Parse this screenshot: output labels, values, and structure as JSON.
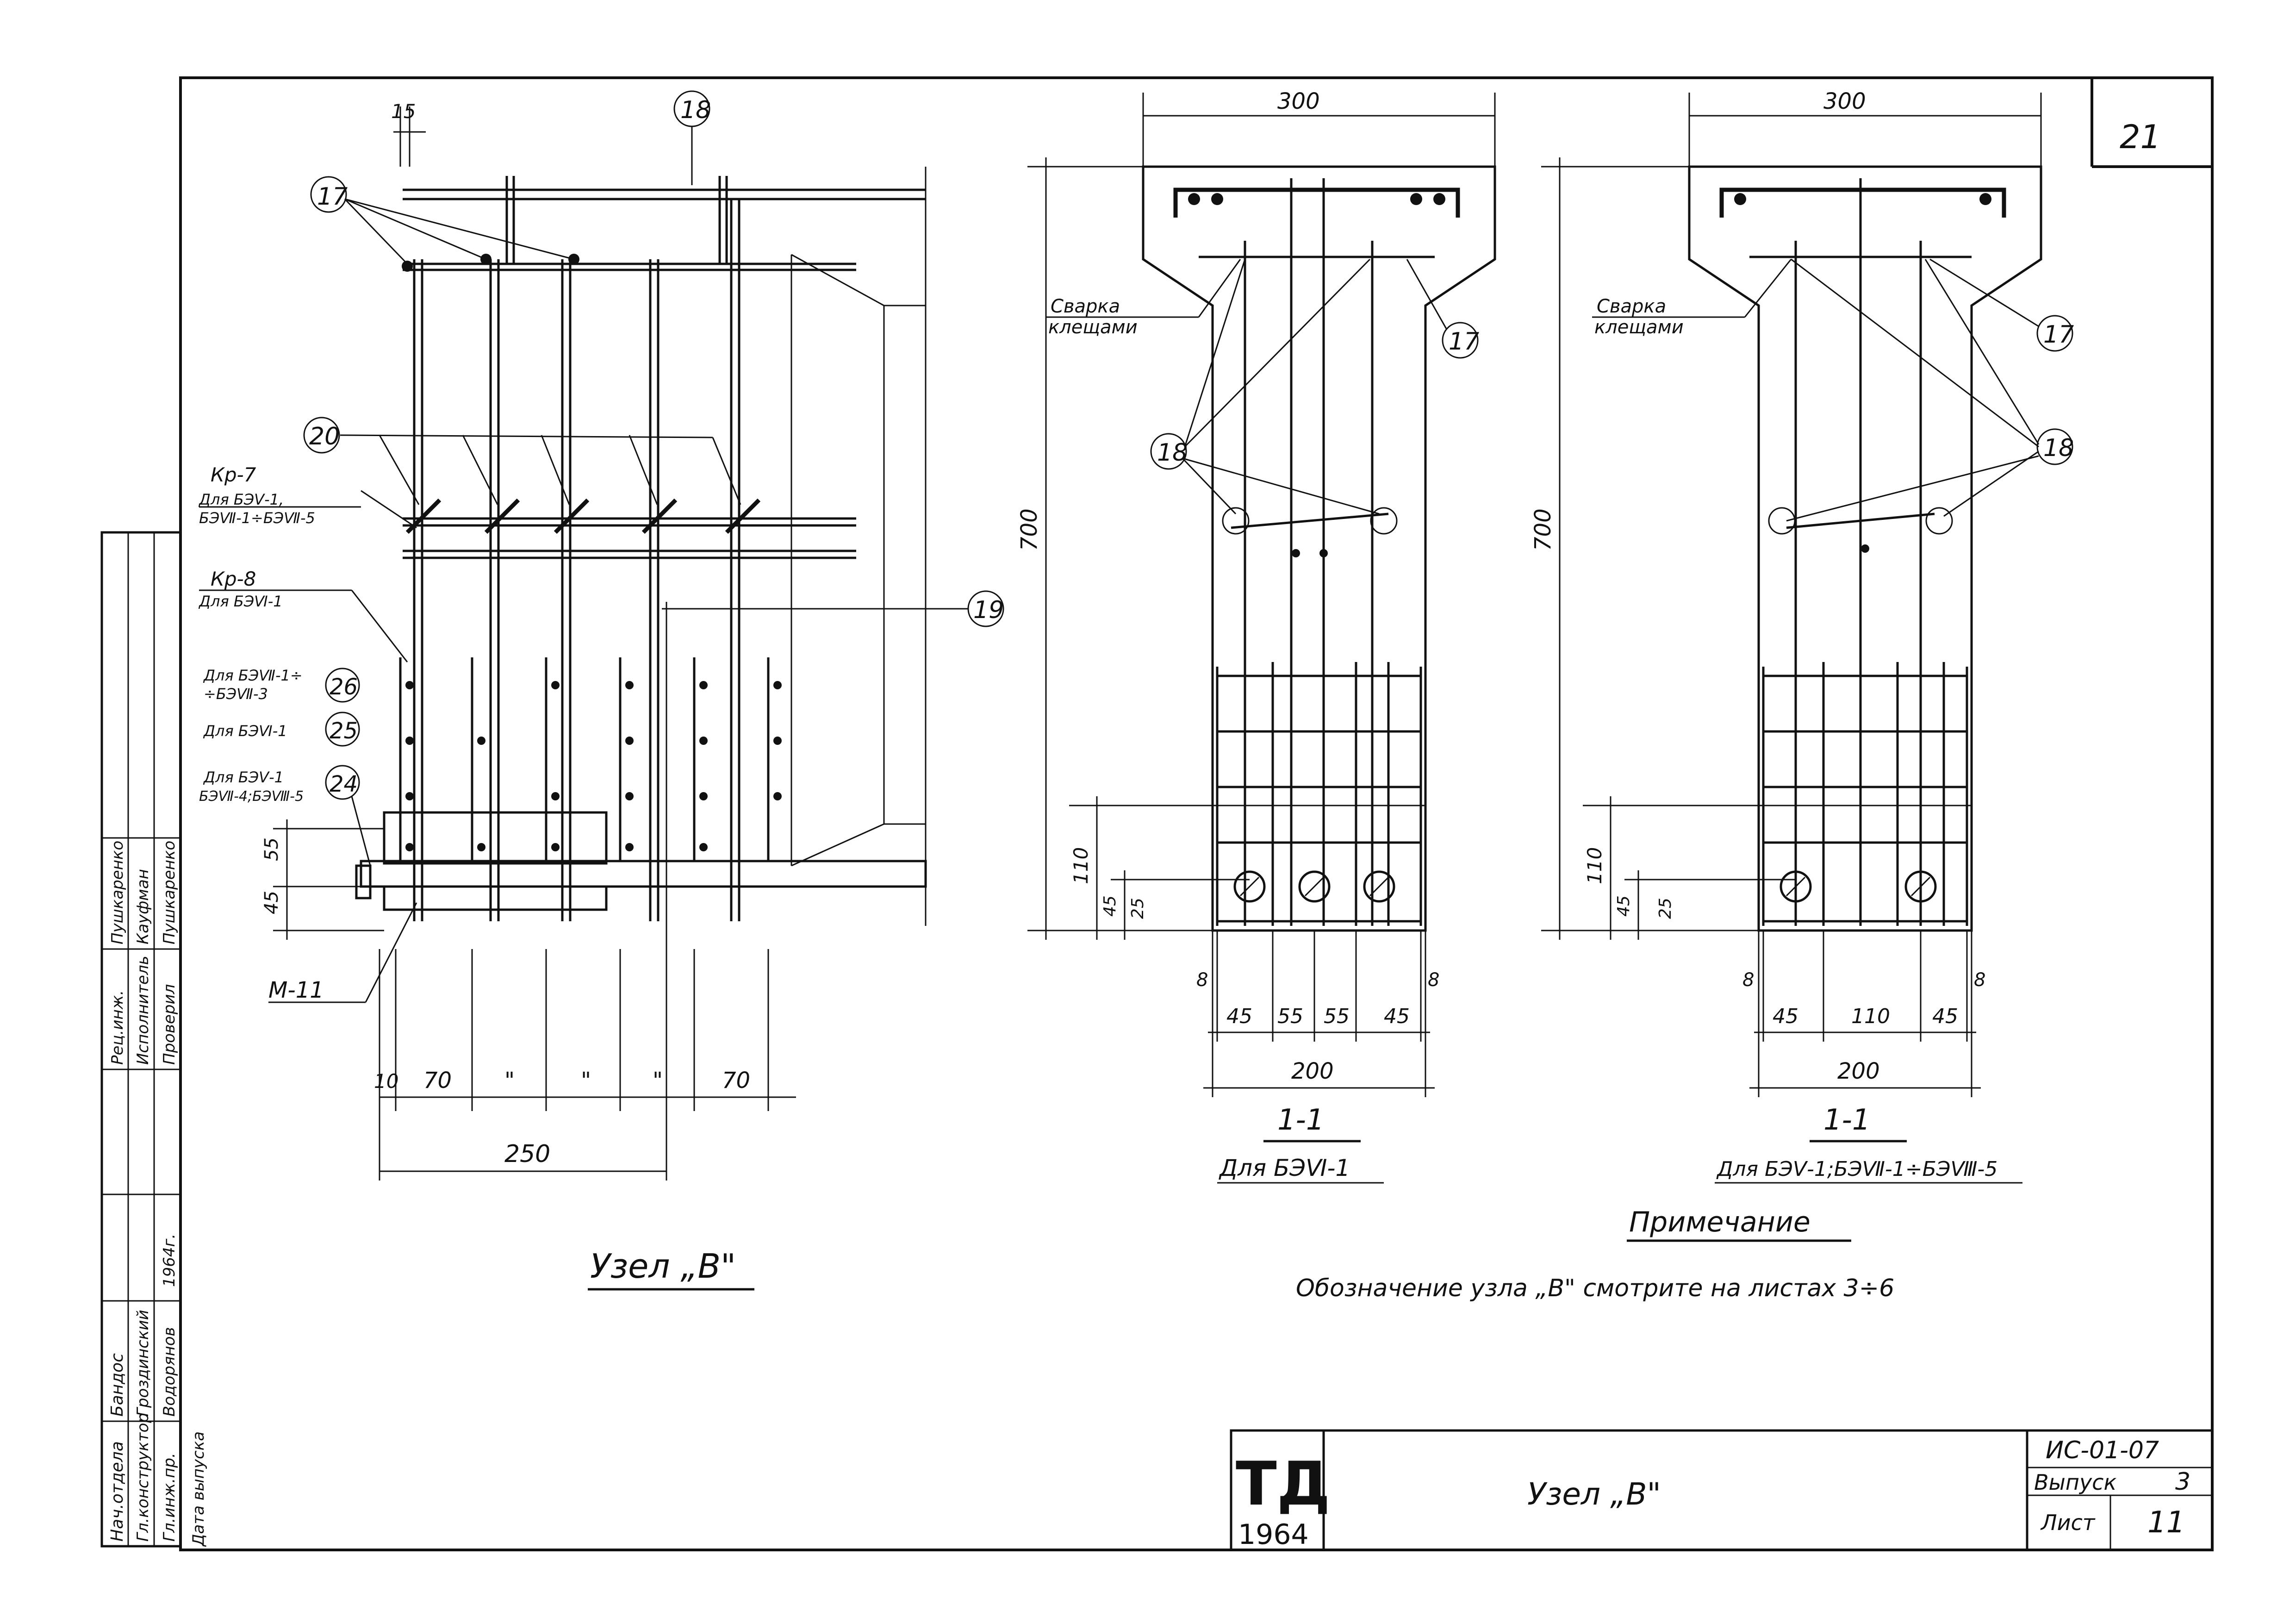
{
  "sheet": {
    "page_number": "21",
    "node_title": "Узел \"В\"",
    "node_title_display": "Узел „В\"",
    "note_heading": "Примечание",
    "note_text": "Обозначение узла „В\" смотрите на листах 3÷6"
  },
  "left_view": {
    "dims": {
      "top": "15",
      "d10": "10",
      "d70a": "70",
      "d_mid1": "\"",
      "d_mid2": "\"",
      "d_mid3": "\"",
      "d70b": "70",
      "d250": "250",
      "d55": "55",
      "d45": "45"
    },
    "callouts": {
      "c17": "17",
      "c18": "18",
      "c19": "19",
      "c20": "20",
      "c24": "24",
      "c25": "25",
      "c26": "26"
    },
    "labels": {
      "kr7": "Кр-7",
      "kr7_for1": "Для БЭⅤ-1,",
      "kr7_for2": "БЭⅦ-1÷БЭⅦ-5",
      "kr8": "Кр-8",
      "kr8_for": "Для БЭⅥ-1",
      "c26_for1": "Для БЭⅦ-1÷",
      "c26_for2": "÷БЭⅦ-3",
      "c25_for": "Для БЭⅥ-1",
      "c24_for1": "Для БЭⅤ-1",
      "c24_for2": "БЭⅦ-4;БЭⅧ-5",
      "m11": "М-11"
    }
  },
  "section_a": {
    "d300": "300",
    "d700": "700",
    "d110": "110",
    "d45": "45",
    "d25": "25",
    "d8l": "8",
    "d8r": "8",
    "bottom_dims": [
      "45",
      "55",
      "55",
      "45"
    ],
    "d200": "200",
    "weld1": "Сварка",
    "weld2": "клещами",
    "c17": "17",
    "c18": "18",
    "title": "1-1",
    "subtitle": "Для БЭⅥ-1"
  },
  "section_b": {
    "d300": "300",
    "d700": "700",
    "d110": "110",
    "d45": "45",
    "d25": "25",
    "d8l": "8",
    "d8r": "8",
    "bottom_dims": [
      "45",
      "110",
      "45"
    ],
    "d200": "200",
    "weld1": "Сварка",
    "weld2": "клещами",
    "c17": "17",
    "c18": "18",
    "title": "1-1",
    "subtitle": "Для БЭⅤ-1;БЭⅦ-1÷БЭⅧ-5"
  },
  "side_stamp": {
    "col1": [
      "Нач.отдела",
      "Гл.конструктор",
      "Гл.инж.пр.",
      "Дата выпуска"
    ],
    "col2": [
      "Бандос",
      "Гроздинский",
      "Водорянов",
      ""
    ],
    "col3": [
      "",
      "",
      "",
      "1964г."
    ],
    "col4": [
      "Рец.инж.",
      "Исполнитель",
      "Проверил"
    ],
    "col5": [
      "Пушкаренко",
      "Кауфман",
      "Пушкаренко"
    ],
    "col6": [
      "",
      "",
      ""
    ]
  },
  "title_block": {
    "logo_letters": "ТД",
    "logo_year": "1964",
    "name": "Узел „В\"",
    "code": "ИС-01-07",
    "issue_label": "Выпуск",
    "issue_value": "3",
    "sheet_label": "Лист",
    "sheet_value": "11"
  }
}
